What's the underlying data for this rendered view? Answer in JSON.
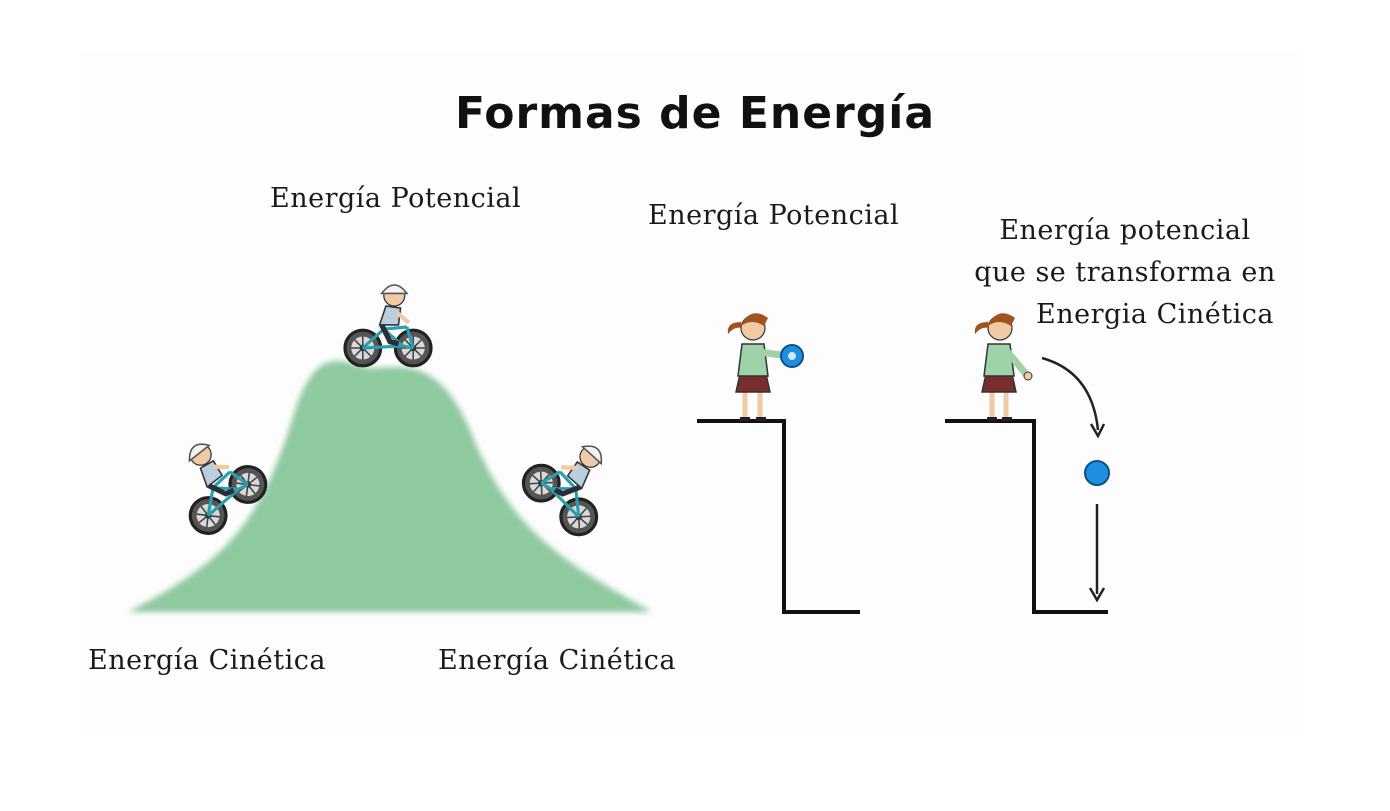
{
  "title": "Formas de Energía",
  "hill": {
    "top_label": "Energía Potencial",
    "left_label": "Energía Cinética",
    "right_label": "Energía Cinética"
  },
  "cliff_holding": {
    "label": "Energía Potencial"
  },
  "cliff_dropping": {
    "label_lines": [
      "Energía potencial",
      "que se transforma en",
      "Energia Cinética"
    ]
  },
  "colors": {
    "hill_green": "#8fc9a0",
    "ball_blue": "#1f8fe0",
    "shirt_green": "#9ed2a8",
    "skirt": "#7a2d2d",
    "helmet": "#f2f2f2"
  }
}
